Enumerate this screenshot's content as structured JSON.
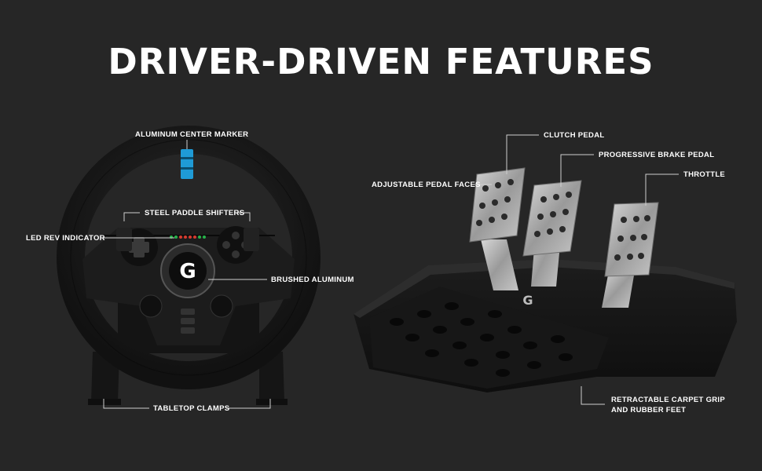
{
  "title": "DRIVER-DRIVEN FEATURES",
  "colors": {
    "background": "#262626",
    "accent": "#1f9bd6",
    "text": "#ffffff"
  },
  "wheel": {
    "logo": "G",
    "labels": {
      "center_marker": "ALUMINUM CENTER MARKER",
      "paddle_shifters": "STEEL PADDLE SHIFTERS",
      "rev_indicator": "LED REV INDICATOR",
      "brushed_aluminum": "BRUSHED ALUMINUM",
      "tabletop_clamps": "TABLETOP CLAMPS"
    }
  },
  "pedals": {
    "logo": "G",
    "labels": {
      "clutch": "CLUTCH PEDAL",
      "brake": "PROGRESSIVE BRAKE PEDAL",
      "throttle": "THROTTLE",
      "pedal_faces": "ADJUSTABLE PEDAL FACES",
      "carpet_grip_line1": "RETRACTABLE CARPET GRIP",
      "carpet_grip_line2": "AND RUBBER FEET"
    }
  }
}
